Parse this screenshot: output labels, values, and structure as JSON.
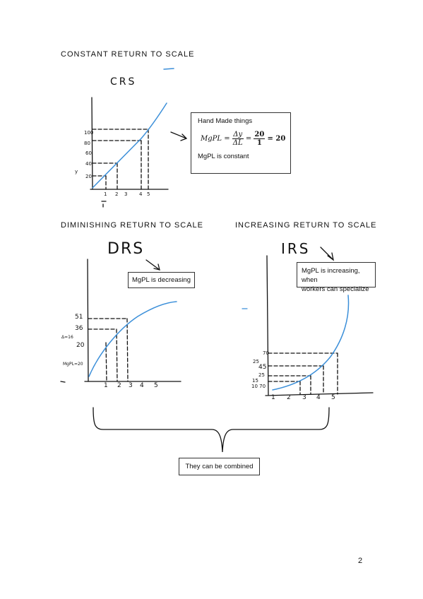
{
  "headings": {
    "crs": "CONSTANT RETURN TO SCALE",
    "drs": "DIMINISHING RETURN TO SCALE",
    "irs": "INCREASING RETURN TO SCALE"
  },
  "handwritten": {
    "crs": "CRS",
    "drs": "DRS",
    "irs": "IRS"
  },
  "crs_box": {
    "line1": "Hand Made things",
    "formula_lhs": "MgPL =",
    "formula_num1": "Δy",
    "formula_den1": "ΔL",
    "formula_eq": "=",
    "formula_num2": "20",
    "formula_den2": "1",
    "formula_result": "= 20",
    "line3": "MgPL is constant"
  },
  "drs_box": {
    "text": "MgPL is decreasing"
  },
  "irs_box": {
    "line1": "MgPL is increasing, when",
    "line2": "workers can specialize"
  },
  "combined_box": {
    "text": "They can be combined"
  },
  "page_number": "2",
  "crs_chart": {
    "y_ticks": [
      "20",
      "40",
      "60",
      "80",
      "100"
    ],
    "x_ticks": [
      "1",
      "2",
      "3",
      "4",
      "5"
    ],
    "y_label": "y"
  },
  "drs_chart": {
    "y_ticks": [
      "51",
      "36",
      "Δ=16",
      "20",
      "MgPL=20"
    ],
    "x_ticks": [
      "1",
      "2",
      "3",
      "4",
      "5"
    ]
  },
  "irs_chart": {
    "y_ticks": [
      "70",
      "25",
      "45",
      "25",
      "15",
      "10 70"
    ],
    "x_ticks": [
      "1",
      "2",
      "3",
      "4",
      "5"
    ]
  },
  "colors": {
    "curve": "#3b8fd9",
    "ink": "#111111"
  }
}
